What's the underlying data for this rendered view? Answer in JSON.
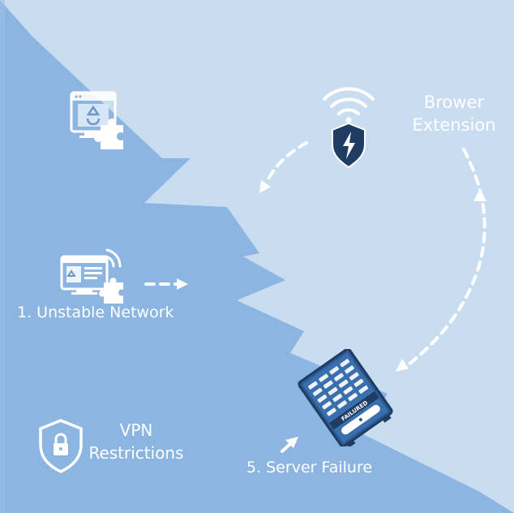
{
  "labels": {
    "browser_extension_line1": "Brower",
    "browser_extension_line2": "Extension",
    "unstable_network": "1. Unstable Network",
    "vpn_line1": "VPN",
    "vpn_line2": "Restrictions",
    "server_failure": "5.  Server Failure",
    "failure_badge": "FAILURED"
  },
  "icons": {
    "top_left": "monitor-puzzle-icon",
    "mid_left": "monitor-wifi-puzzle-icon",
    "wifi_shield": "wifi-shield-lightning-icon",
    "vpn": "shield-lock-icon",
    "server": "server-rack-icon"
  },
  "colors": {
    "light_bg": "#c9ddf0",
    "dark_bg": "#8cb5e2",
    "navy": "#1f3c63",
    "white": "#ffffff"
  }
}
